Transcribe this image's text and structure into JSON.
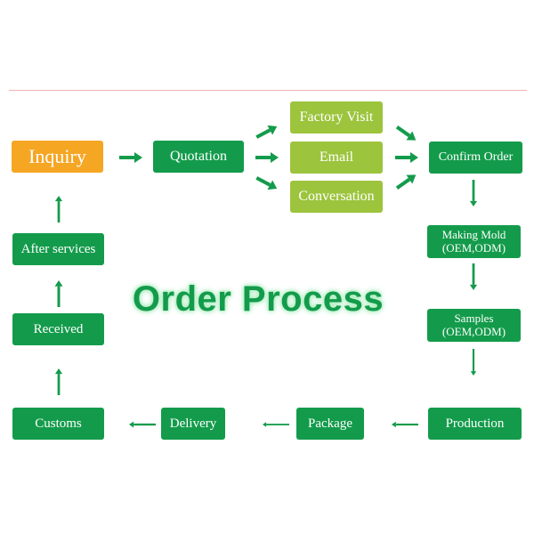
{
  "title": "Order Process",
  "colors": {
    "primary_green": "#139b4b",
    "light_green": "#9cc43d",
    "orange": "#f5a623",
    "title_glow": "#b4f2c6"
  },
  "nodes": {
    "inquiry": "Inquiry",
    "quotation": "Quotation",
    "factory_visit": "Factory Visit",
    "email": "Email",
    "conversation": "Conversation",
    "confirm_order": "Confirm Order",
    "making_mold_line1": "Making Mold",
    "making_mold_line2": "(OEM,ODM)",
    "samples_line1": "Samples",
    "samples_line2": "(OEM,ODM)",
    "production": "Production",
    "package": "Package",
    "delivery": "Delivery",
    "customs": "Customs",
    "received": "Received",
    "after_services": "After services"
  },
  "icons": {
    "arrow": "arrow-icon"
  }
}
